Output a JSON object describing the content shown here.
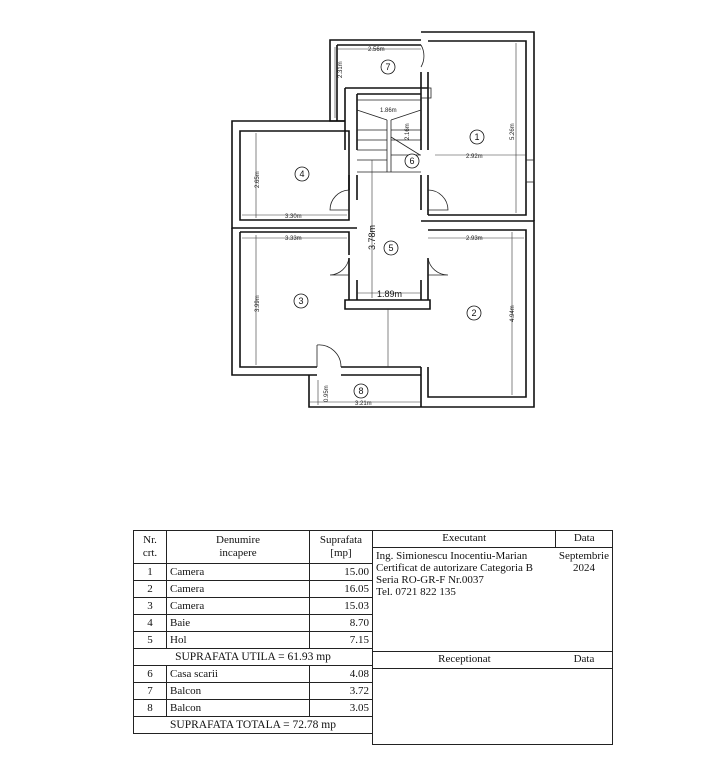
{
  "plan": {
    "dimensions": {
      "balcony7_width": "2.56m",
      "balcony7_depth": "2.31m",
      "stair_width": "1.86m",
      "stair_depth": "2.16m",
      "room1_width": "2.92m",
      "room1_length": "5.26m",
      "room4_length": "2.65m",
      "room4_width": "3.30m",
      "room3_width": "3.33m",
      "room3_length": "3.99m",
      "hall_length": "3.78m",
      "hall_width": "1.89m",
      "room2_width": "2.93m",
      "room2_length": "4.94m",
      "balcony8_depth": "0.95m",
      "balcony8_width": "3.21m"
    },
    "labels": [
      "1",
      "2",
      "3",
      "4",
      "5",
      "6",
      "7",
      "8"
    ]
  },
  "rooms_table": {
    "headers": {
      "nr": "Nr.",
      "nr2": "crt.",
      "name": "Denumire",
      "name2": "incapere",
      "area": "Suprafata",
      "area2": "[mp]"
    },
    "rows": [
      {
        "nr": "1",
        "name": "Camera",
        "area": "15.00"
      },
      {
        "nr": "2",
        "name": "Camera",
        "area": "16.05"
      },
      {
        "nr": "3",
        "name": "Camera",
        "area": "15.03"
      },
      {
        "nr": "4",
        "name": "Baie",
        "area": "8.70"
      },
      {
        "nr": "5",
        "name": "Hol",
        "area": "7.15"
      },
      {
        "nr": "6",
        "name": "Casa scarii",
        "area": "4.08"
      },
      {
        "nr": "7",
        "name": "Balcon",
        "area": "3.72"
      },
      {
        "nr": "8",
        "name": "Balcon",
        "area": "3.05"
      }
    ],
    "useful_total": "SUPRAFATA  UTILA =  61.93  mp",
    "grand_total": "SUPRAFATA  TOTALA = 72.78 mp"
  },
  "signature_table": {
    "executant_header": "Executant",
    "date_header": "Data",
    "executant_lines": [
      "Ing. Simionescu Inocentiu-Marian",
      "Certificat de autorizare Categoria B",
      "Seria RO-GR-F Nr.0037",
      "Tel. 0721 822 135"
    ],
    "date_lines": [
      "Septembrie",
      "2024"
    ],
    "receptionat_header": "Receptionat",
    "date_header2": "Data"
  }
}
